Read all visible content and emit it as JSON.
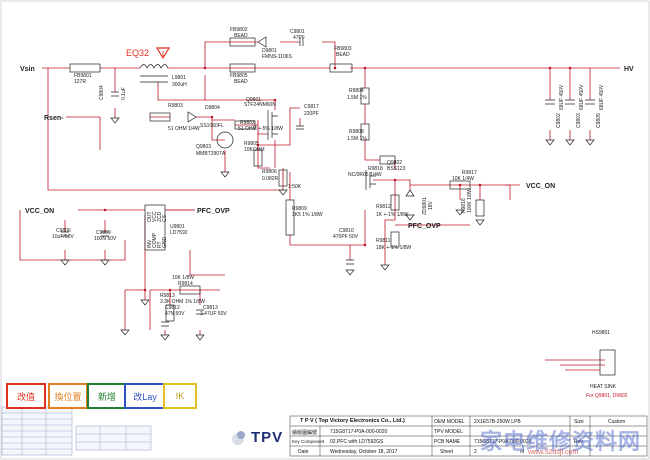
{
  "nets": {
    "vsin": "Vsin",
    "rsen": "Rsen-",
    "hv": "HV",
    "vcc_on_left": "VCC_ON",
    "vcc_on_right": "VCC_ON",
    "pfc_ovp_ic": "PFC_OVP",
    "pfc_ovp_right": "PFC_OVP"
  },
  "warning": {
    "code": "EQ32"
  },
  "components": {
    "fb9801": [
      "FB9801",
      "127R"
    ],
    "l9801": [
      "L9801",
      "300uH"
    ],
    "fb9802": [
      "FB9802",
      "BEAD"
    ],
    "fb9805": [
      "FB9805",
      "BEAD"
    ],
    "fb9803": [
      "FB9803",
      "BEAD"
    ],
    "c9801": [
      "C9801",
      "47PF"
    ],
    "d9801": [
      "D9801",
      "FMNS-1106S"
    ],
    "c9804": [
      "C9804",
      "0.1uF"
    ],
    "r9803": [
      "R9803",
      "51 OHM 1/4W"
    ],
    "d9804": [
      "D9804",
      "SS1060FL"
    ],
    "q9803": [
      "Q9803",
      "MMBT2907A"
    ],
    "r9802": [
      "R9802",
      "51 OHM +-5% 1/8W"
    ],
    "q9801": [
      "Q9801",
      "STF24NM60N"
    ],
    "c9817": [
      "C9817",
      "220PF"
    ],
    "r9805": [
      "R9805",
      "10KOHM"
    ],
    "r9806": [
      "R9806",
      "0.082R"
    ],
    "r9804": [
      "R9804",
      "1.5M 1%"
    ],
    "r9808": [
      "R9808",
      "1.5M 1%"
    ],
    "c9802": [
      "C9802",
      "68UF 450V"
    ],
    "c9803": [
      "C9803",
      "68UF 450V"
    ],
    "c9805": [
      "C9805",
      "68UF 450V"
    ],
    "r9818": [
      "R9818",
      "NC/0R05 1/4W"
    ],
    "q9802": [
      "Q9802",
      "BSS123"
    ],
    "r9817": [
      "R9817",
      "10K 1/4W"
    ],
    "zd9801": [
      "ZD9801",
      "18V"
    ],
    "r9816": [
      "R9816",
      "100K 1/8W"
    ],
    "c9806": [
      "C9806",
      "10uF/50V"
    ],
    "c9809": [
      "C9809",
      "100N 50V"
    ],
    "u9801": [
      "U9801",
      "LD7592"
    ],
    "r9809": [
      "R9809",
      "1K5 1% 1/8W"
    ],
    "c9810": [
      "C9810",
      "470PF 50V"
    ],
    "r9812": [
      "R9812",
      "1K +-1% 1/8W"
    ],
    "r9811": [
      "R9811",
      "18K +-1% 1/8W"
    ],
    "r9814": [
      "R9814",
      "10K 1/8W"
    ],
    "r9813": [
      "R9813",
      "3.3K OHM 1% 1/8W"
    ],
    "c9812": [
      "C9812",
      "47N 50V"
    ],
    "c9813": [
      "C9813",
      "3.47UF 50V"
    ],
    "hs9801": [
      "HS9801",
      "HEAT SINK"
    ]
  },
  "ic_pins": [
    "INV",
    "COMP",
    "RT",
    "GND",
    "OUT",
    "VCC",
    "ZCD",
    "CS"
  ],
  "ratio_label": "1:50K",
  "heatsink_note": "For Q9801, D9802",
  "legend": [
    {
      "label": "改值",
      "color": "#e03020"
    },
    {
      "label": "換位置",
      "color": "#e08020"
    },
    {
      "label": "新增",
      "color": "#208030"
    },
    {
      "label": "改Lay",
      "color": "#3050c0"
    },
    {
      "label": "IK",
      "color": "#e0c020"
    }
  ],
  "logo": "TPV",
  "title_block": {
    "company": "T P V ( Top Victory Electronics Co., Ltd.)",
    "oem_model_label": "OEM MODEL",
    "oem_model": "2X1E57B-250W LPB",
    "size": "Size",
    "size_value": "Custom",
    "drawing_no_label": "繪版圖編號",
    "drawing_no": "715G8717-P0A-000-0020",
    "tpv_model_label": "TPV MODEL",
    "tpv_model": "",
    "key_component_label": "Key Component",
    "key_component": "02.PFC with LD7592GS",
    "pcb_name_label": "PCB NAME",
    "pcb_name": "715G8717-P0A-000-0020",
    "date_label": "Date",
    "date": "Wednesday, October 18, 2017",
    "sheet_label": "Sheet",
    "sheet": "2",
    "of": "of",
    "rev": "Rev"
  },
  "watermark": "家电维修资料网",
  "watermark_url": "www.52dsjl.com"
}
